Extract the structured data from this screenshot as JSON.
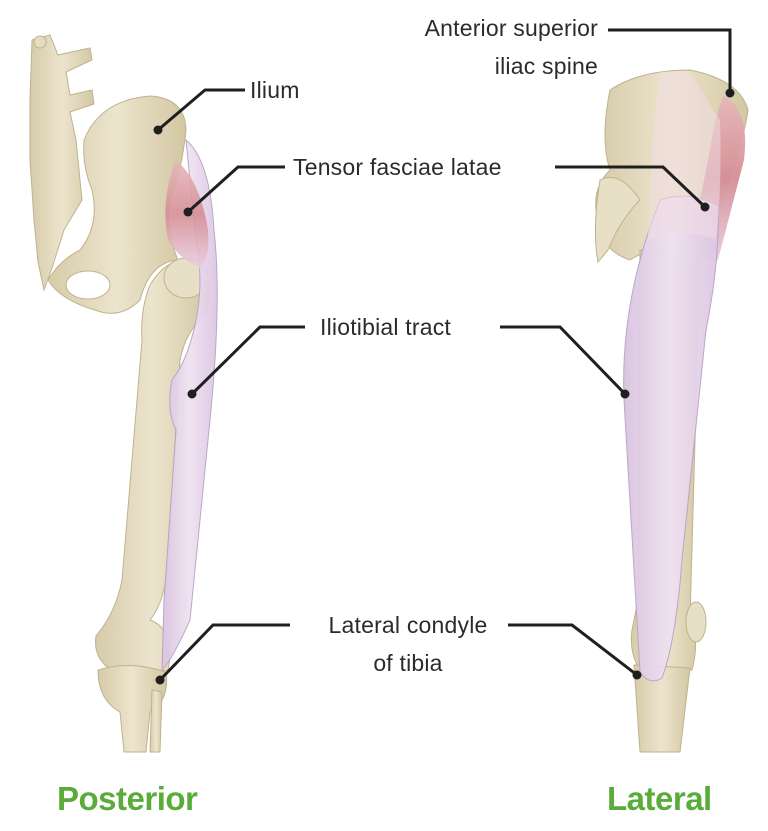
{
  "diagram": {
    "subject": "Iliotibial tract anatomy",
    "colors": {
      "view_label": "#5aac3a",
      "label_text": "#2b2b2b",
      "leader_line": "#1f1f1f",
      "bone": "#e6dcc3",
      "bone_shadow": "#c9bc98",
      "iliotibial_tract": "#e6d3ea",
      "tensor_fasciae_latae": "#d98f98"
    },
    "views": [
      {
        "id": "posterior",
        "label": "Posterior"
      },
      {
        "id": "lateral",
        "label": "Lateral"
      }
    ],
    "labels": {
      "ilium": {
        "lines": [
          "Ilium"
        ]
      },
      "asis": {
        "lines": [
          "Anterior superior",
          "iliac spine"
        ]
      },
      "tfl": {
        "lines": [
          "Tensor fasciae latae"
        ]
      },
      "itb": {
        "lines": [
          "Iliotibial tract"
        ]
      },
      "condyle": {
        "lines": [
          "Lateral condyle",
          "of tibia"
        ]
      }
    }
  }
}
